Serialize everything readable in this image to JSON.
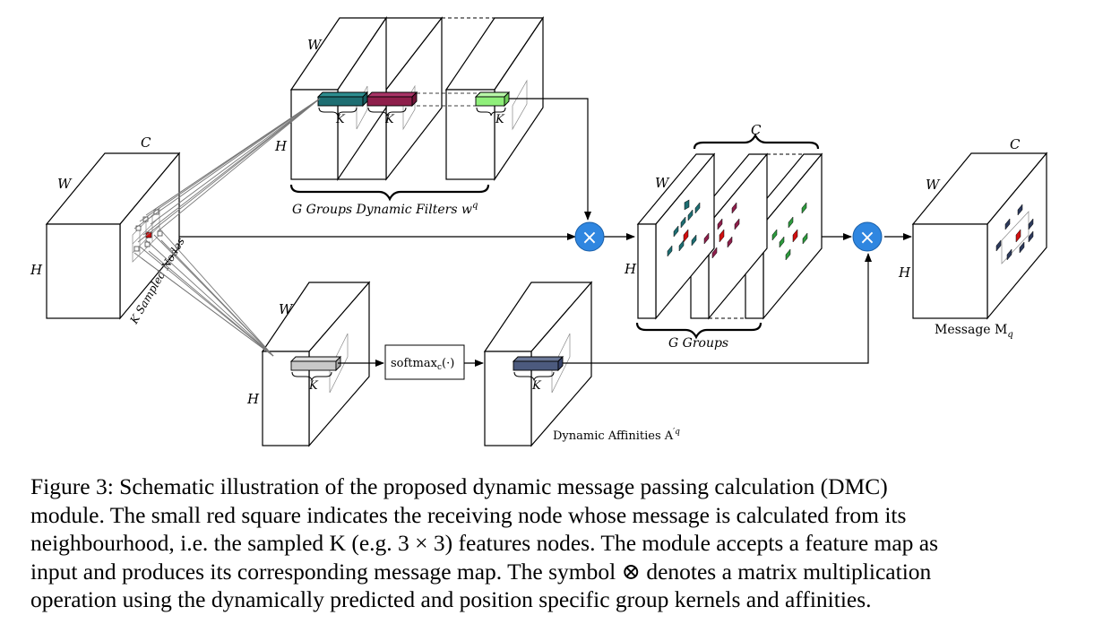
{
  "figure": {
    "labels": {
      "input_W": "W",
      "input_C": "C",
      "input_H": "H",
      "sampled_nodes": "K Sampled Nodes",
      "filters_W": "W",
      "filters_H": "H",
      "filter_K1": "K",
      "filter_K2": "K",
      "filter_K3": "K",
      "filters_caption": "G Groups Dynamic Filters w",
      "filters_caption_sup": "q",
      "aff_in_W": "W",
      "aff_in_H": "H",
      "aff_in_K": "K",
      "softmax": "softmax",
      "softmax_sub": "c",
      "softmax_arg": "(·)",
      "aff_out_K": "K",
      "aff_caption": "Dynamic Affinities A",
      "aff_caption_sup": "′q",
      "groups_C": "C",
      "groups_W": "W",
      "groups_H": "H",
      "groups_caption": "G Groups",
      "msg_C": "C",
      "msg_W": "W",
      "msg_H": "H",
      "msg_caption": "Message M",
      "msg_caption_sub": "q",
      "multiply_symbol": "×"
    },
    "colors": {
      "teal": "#1e6e72",
      "maroon": "#8e1f4b",
      "light_green": "#8fef7a",
      "gray_block": "#c8c8c8",
      "navy_block": "#4c5a7e",
      "center_red": "#d01010",
      "node_blue": "#2d3a5c",
      "node_green": "#2e9a3e",
      "multiply_circle": "#2f86e0"
    }
  },
  "caption": {
    "lines": [
      "Figure 3: Schematic illustration of the proposed dynamic message passing calculation (DMC)",
      "module. The small red square indicates the receiving node whose message is calculated from its",
      "neighbourhood, i.e. the sampled K (e.g. 3 × 3) features nodes. The module accepts a feature map as",
      "input and produces its corresponding message map. The symbol ⊗ denotes a matrix multiplication",
      "operation using the dynamically predicted and position specific group kernels and affinities."
    ]
  }
}
